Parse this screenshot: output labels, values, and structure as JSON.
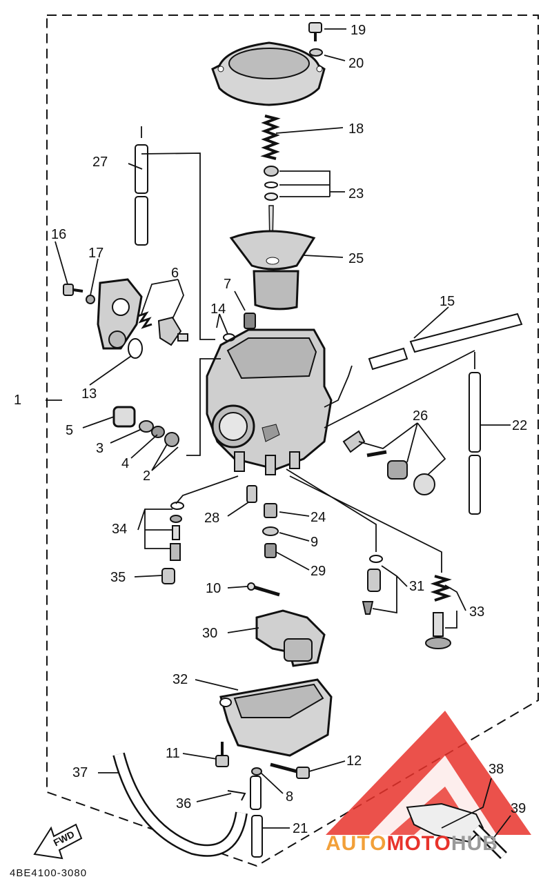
{
  "diagram": {
    "document_code": "4BE4100-3080",
    "direction_label": "FWD",
    "callouts": [
      {
        "id": "callout-1",
        "label": "1"
      },
      {
        "id": "callout-2",
        "label": "2"
      },
      {
        "id": "callout-3",
        "label": "3"
      },
      {
        "id": "callout-4",
        "label": "4"
      },
      {
        "id": "callout-5",
        "label": "5"
      },
      {
        "id": "callout-6",
        "label": "6"
      },
      {
        "id": "callout-7",
        "label": "7"
      },
      {
        "id": "callout-8",
        "label": "8"
      },
      {
        "id": "callout-9",
        "label": "9"
      },
      {
        "id": "callout-10",
        "label": "10"
      },
      {
        "id": "callout-11",
        "label": "11"
      },
      {
        "id": "callout-12",
        "label": "12"
      },
      {
        "id": "callout-13",
        "label": "13"
      },
      {
        "id": "callout-14",
        "label": "14"
      },
      {
        "id": "callout-15",
        "label": "15"
      },
      {
        "id": "callout-16",
        "label": "16"
      },
      {
        "id": "callout-17",
        "label": "17"
      },
      {
        "id": "callout-18",
        "label": "18"
      },
      {
        "id": "callout-19",
        "label": "19"
      },
      {
        "id": "callout-20",
        "label": "20"
      },
      {
        "id": "callout-21",
        "label": "21"
      },
      {
        "id": "callout-22",
        "label": "22"
      },
      {
        "id": "callout-23",
        "label": "23"
      },
      {
        "id": "callout-24",
        "label": "24"
      },
      {
        "id": "callout-25",
        "label": "25"
      },
      {
        "id": "callout-26",
        "label": "26"
      },
      {
        "id": "callout-27",
        "label": "27"
      },
      {
        "id": "callout-28",
        "label": "28"
      },
      {
        "id": "callout-29",
        "label": "29"
      },
      {
        "id": "callout-30",
        "label": "30"
      },
      {
        "id": "callout-31",
        "label": "31"
      },
      {
        "id": "callout-32",
        "label": "32"
      },
      {
        "id": "callout-33",
        "label": "33"
      },
      {
        "id": "callout-34",
        "label": "34"
      },
      {
        "id": "callout-35",
        "label": "35"
      },
      {
        "id": "callout-36",
        "label": "36"
      },
      {
        "id": "callout-37",
        "label": "37"
      },
      {
        "id": "callout-38",
        "label": "38"
      },
      {
        "id": "callout-39",
        "label": "39"
      }
    ]
  },
  "watermark": {
    "part1": "AUTO",
    "part2": "MOTO",
    "part3": "HUB",
    "colors": {
      "red": "#e8332b",
      "orange": "#f2a03a",
      "gray": "#9a9a9a"
    }
  }
}
